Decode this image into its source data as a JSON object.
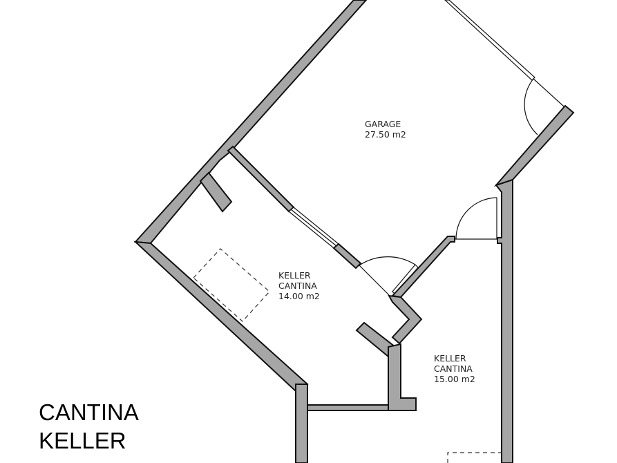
{
  "plan": {
    "wall_fill": "#a6a6a6",
    "wall_stroke": "#111111",
    "background": "#ffffff"
  },
  "rooms": [
    {
      "name": "GARAGE",
      "area": "27.50 m2"
    },
    {
      "name_line1": "KELLER",
      "name_line2": "CANTINA",
      "area": "14.00 m2"
    },
    {
      "name_line1": "KELLER",
      "name_line2": "CANTINA",
      "area": "15.00 m2"
    }
  ],
  "legend": {
    "line1": "CANTINA",
    "line2": "KELLER"
  }
}
